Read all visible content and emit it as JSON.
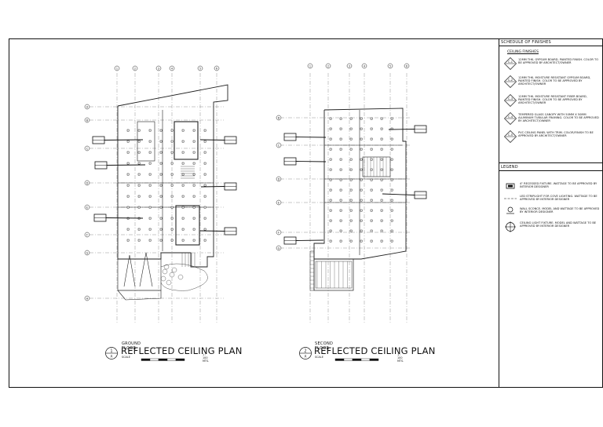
{
  "schedule": {
    "title": "SCHEDULE OF FINISHES",
    "subheading": "CEILING FINISHES",
    "items": [
      {
        "tag": "C-1",
        "text": "12MM THK. GYPSUM BOARD, PAINTED FINISH. COLOR TO BE APPROVED BY ARCHITECT/OWNER"
      },
      {
        "tag": "C-2",
        "text": "12MM THK. MOISTURE RESISTANT GYPSUM BOARD, PAINTED FINISH. COLOR TO BE APPROVED BY ARCHITECT/OWNER"
      },
      {
        "tag": "C-3",
        "text": "12MM THK. MOISTURE RESISTANT FIBER BOARD, PAINTED FINISH. COLOR TO BE APPROVED BY ARCHITECT/OWNER"
      },
      {
        "tag": "C-4",
        "text": "TEMPERED GLASS CANOPY WITH 50MM X 50MM ALUMINUM TUBULAR FRAMING. COLOR TO BE APPROVED BY ARCHITECT/OWNER"
      },
      {
        "tag": "C-5",
        "text": "PVC CEILING PANEL WITH TRIM. COLOR/FINISH TO BE APPROVED BY ARCHITECT/OWNER"
      }
    ]
  },
  "legend": {
    "title": "LEGEND",
    "items": [
      {
        "symbol": "recessed-light",
        "text": "4\" RECESSED FIXTURE. WATTAGE TO BE APPROVED BY INTERIOR DESIGNER"
      },
      {
        "symbol": "led-strip",
        "text": "LED STRIPLIGHT FOR COVE LIGHTING. WATTAGE TO BE APPROVED BY INTERIOR DESIGNER"
      },
      {
        "symbol": "wall-sconce",
        "text": "WALL SCONCE. MODEL AND WATTAGE TO BE APPROVED BY INTERIOR DESIGNER"
      },
      {
        "symbol": "ceiling-light",
        "text": "CEILING LIGHT FIXTURE. MODEL AND WATTAGE TO BE APPROVED BY INTERIOR DESIGNER"
      }
    ]
  },
  "plans": [
    {
      "number": "1",
      "sheet": "A",
      "floor": "GROUND FLOOR",
      "title": "REFLECTED CEILING PLAN",
      "scale_label": "SCALE",
      "scale_value": "1 : 100 MTS."
    },
    {
      "number": "2",
      "sheet": "A",
      "floor": "SECOND FLOOR",
      "title": "REFLECTED CEILING PLAN",
      "scale_label": "SCALE",
      "scale_value": "1 : 100 MTS."
    }
  ],
  "grid_labels": {
    "ground_columns": [
      "1",
      "2",
      "3",
      "4",
      "5",
      "6"
    ],
    "ground_rows": [
      "A",
      "B",
      "C",
      "D",
      "E",
      "F",
      "G",
      "H"
    ],
    "second_columns": [
      "1",
      "2",
      "3",
      "4",
      "5",
      "6"
    ],
    "second_rows": [
      "B",
      "C",
      "D",
      "E",
      "F",
      "G"
    ]
  }
}
